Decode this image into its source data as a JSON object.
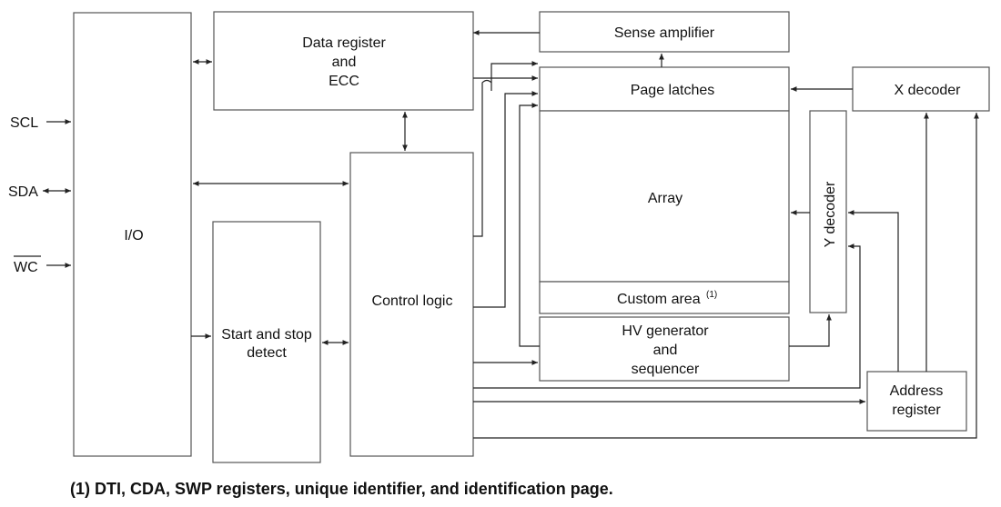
{
  "blocks": {
    "io": "I/O",
    "data_register": [
      "Data register",
      "and",
      "ECC"
    ],
    "sense_amplifier": "Sense amplifier",
    "page_latches": "Page latches",
    "x_decoder": "X decoder",
    "array": "Array",
    "custom_area": "Custom area",
    "custom_area_note_mark": "(1)",
    "y_decoder": "Y decoder",
    "control_logic": "Control logic",
    "start_stop_detect": [
      "Start and stop",
      "detect"
    ],
    "hv_generator": [
      "HV generator",
      "and",
      "sequencer"
    ],
    "address_register": [
      "Address",
      "register"
    ]
  },
  "pins": {
    "scl": "SCL",
    "sda": "SDA",
    "wc": "WC"
  },
  "footnote": "(1) DTI, CDA, SWP registers, unique identifier, and identification page."
}
